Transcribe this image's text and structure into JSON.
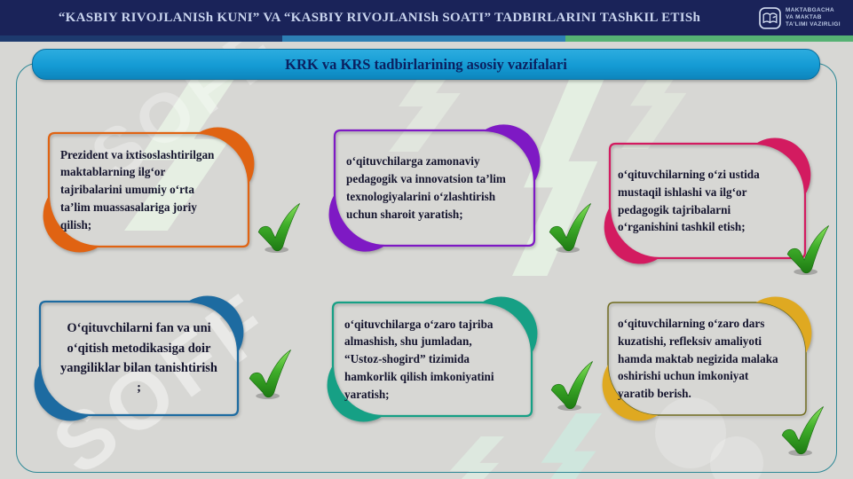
{
  "header": {
    "title": "“KASBIY RIVOJLANISh KUNI” VA “KASBIY RIVOJLANISh SOATI” TADBIRLARINI TAShKIL ETISh",
    "ministry_logo": {
      "line1": "MAKTABGACHA",
      "line2": "VA MAKTAB",
      "line3": "TA’LIMI VAZIRLIGI"
    },
    "background_color": "#1a2359",
    "stripe_colors": [
      "#1d3a6e",
      "#2d7fb4",
      "#55b273"
    ]
  },
  "banner": {
    "title": "KRK va KRS tadbirlarining asosiy vazifalari",
    "background_color": "#149bd4",
    "text_color": "#0b2161"
  },
  "frame_color": "#2d8896",
  "cards": [
    {
      "id": "card-1",
      "color": "#e06312",
      "text": "Prezident va ixtisoslashtirilgan maktablarning ilgʻor tajribalarini umumiy oʻrta ta’lim muassasalariga joriy qilish;"
    },
    {
      "id": "card-2",
      "color": "#7e19c4",
      "text": "oʻqituvchilarga zamonaviy pedagogik va innovatsion ta’lim texnologiyalarini oʻzlashtirish uchun sharoit yaratish;"
    },
    {
      "id": "card-3",
      "color": "#d31b60",
      "text": "oʻqituvchilarning oʻzi ustida mustaqil ishlashi va ilgʻor pedagogik tajribalarni oʻrganishini tashkil etish;"
    },
    {
      "id": "card-4",
      "color": "#1d6ba1",
      "text": "Oʻqituvchilarni fan va uni oʻqitish metodikasiga doir yangiliklar bilan tanishtirish\n;"
    },
    {
      "id": "card-5",
      "color": "#16a085",
      "text": "oʻqituvchilarga oʻzaro tajriba almashish, shu jumladan, “Ustoz-shogird” tizimida hamkorlik qilish imkoniyatini yaratish;"
    },
    {
      "id": "card-6",
      "color": "#dfa921",
      "text": "oʻqituvchilarning oʻzaro dars kuzatishi, refleksiv amaliyoti hamda maktab negizida malaka oshirishi uchun imkoniyat yaratib berish."
    }
  ],
  "checkmark": {
    "icon": "green-3d-check",
    "color": "#2e9e2e",
    "count": 6
  },
  "watermark": {
    "text": "SOFF"
  }
}
